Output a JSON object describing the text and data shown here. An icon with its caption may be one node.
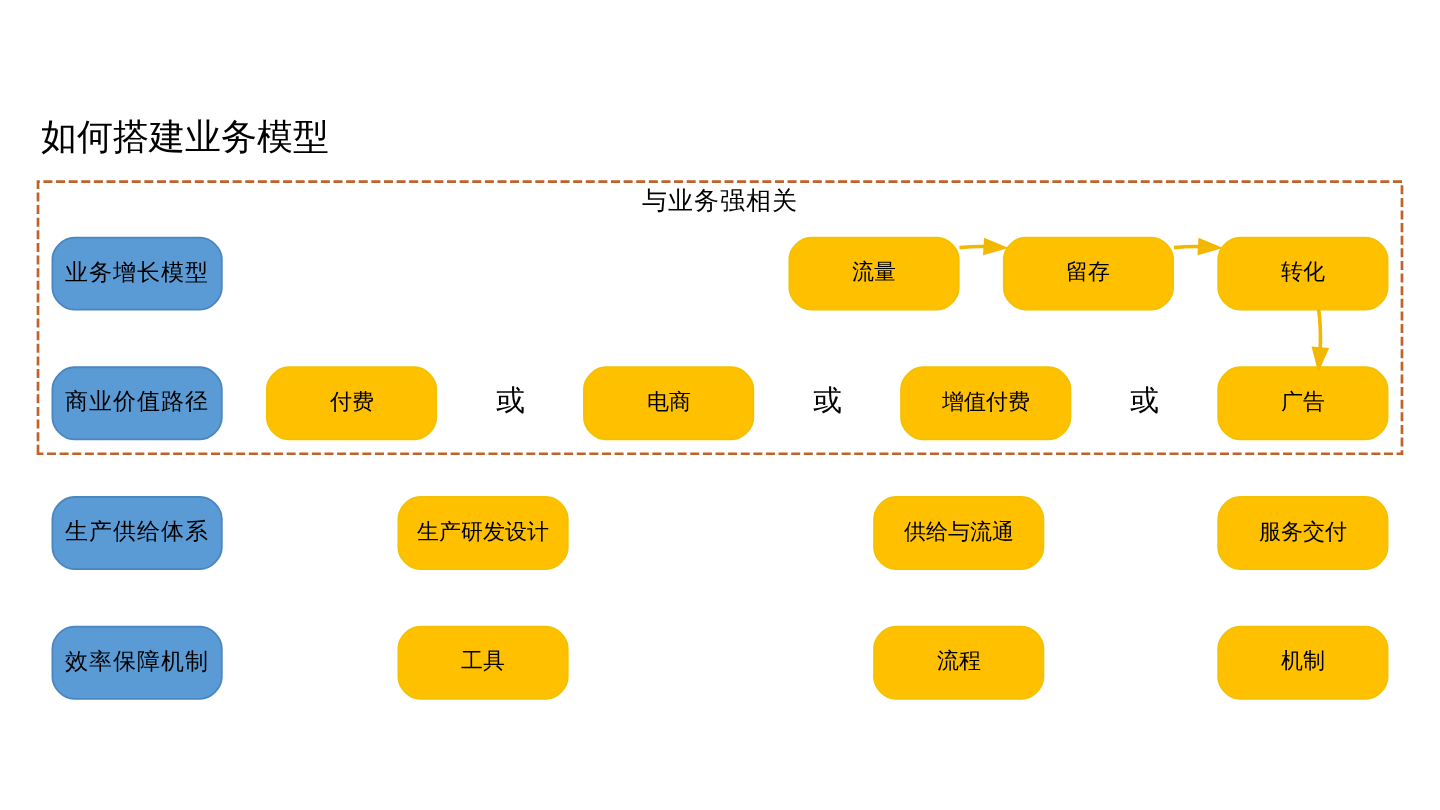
{
  "diagram": {
    "title": "如何搭建业务模型",
    "nodes": [
      {
        "text": [
          "与业务强相关"
        ]
      },
      {
        "text": [
          "业务增长模型"
        ],
        "in": 0
      },
      {
        "text": [
          "流量"
        ],
        "in": 0
      },
      {
        "text": [
          "留存"
        ],
        "in": 0
      },
      {
        "text": [
          "转化"
        ],
        "in": 0
      },
      {
        "text": [
          "商业价值路径"
        ],
        "in": 0
      },
      {
        "text": [
          "付费"
        ],
        "in": 0
      },
      {
        "text": [
          "电商"
        ],
        "in": 0
      },
      {
        "text": [
          "增值付费"
        ],
        "in": 0
      },
      {
        "text": [
          "广告"
        ],
        "in": 0
      },
      {
        "text": [
          "生产供给体系"
        ]
      },
      {
        "text": [
          "生产研发设计"
        ]
      },
      {
        "text": [
          "供给与流通"
        ]
      },
      {
        "text": [
          "服务交付"
        ]
      },
      {
        "text": [
          "效率保障机制"
        ]
      },
      {
        "text": [
          "工具"
        ]
      },
      {
        "text": [
          "流程"
        ]
      },
      {
        "text": [
          "机制"
        ]
      }
    ],
    "edges": [
      {
        "from": 2,
        "to": 3,
        "arrow": "to"
      },
      {
        "from": 3,
        "to": 4,
        "arrow": "to"
      },
      {
        "from": 4,
        "to": 9,
        "arrow": "to"
      }
    ],
    "labels": [
      "或",
      "或",
      "或"
    ]
  }
}
